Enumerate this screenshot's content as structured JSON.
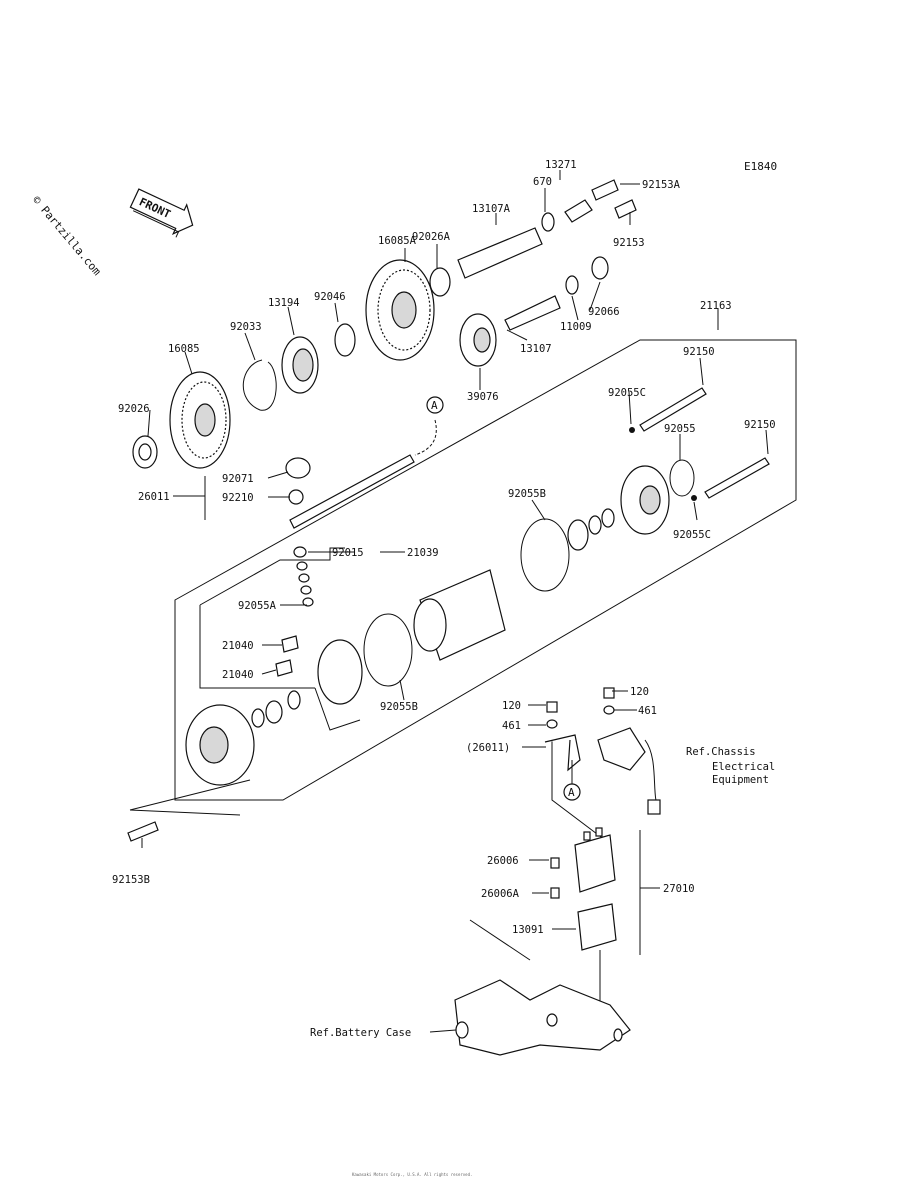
{
  "watermark": "© Partzilla.com",
  "diagram_code": "E1840",
  "front_arrow_label": "FRONT",
  "callouts": {
    "c13271": "13271",
    "c670": "670",
    "c92153A": "92153A",
    "c13107A": "13107A",
    "c92153": "92153",
    "c16085A": "16085A",
    "c92026A": "92026A",
    "c92046": "92046",
    "c13194": "13194",
    "c92066": "92066",
    "c11009": "11009",
    "c92033": "92033",
    "c13107": "13107",
    "c21163": "21163",
    "c16085": "16085",
    "c92150a": "92150",
    "c39076": "39076",
    "c92055C_top": "92055C",
    "c92026": "92026",
    "c92055": "92055",
    "c92150b": "92150",
    "c92071": "92071",
    "c26011": "26011",
    "c92210": "92210",
    "c92055B_top": "92055B",
    "c92055C_bot": "92055C",
    "c92015": "92015",
    "c21039": "21039",
    "c92055A": "92055A",
    "c21040a": "21040",
    "c21040b": "21040",
    "c92055B_bot": "92055B",
    "c120a": "120",
    "c120b": "120",
    "c461a": "461",
    "c461b": "461",
    "c26011p": "(26011)",
    "ref_chassis_1": "Ref.Chassis",
    "ref_chassis_2": "Electrical",
    "ref_chassis_3": "Equipment",
    "c26006": "26006",
    "c26006A": "26006A",
    "c27010": "27010",
    "c13091": "13091",
    "c92153B": "92153B",
    "ref_battery": "Ref.Battery Case",
    "marker_A": "A"
  },
  "footer_text": "Kawasaki Motors Corp., U.S.A. All rights reserved."
}
